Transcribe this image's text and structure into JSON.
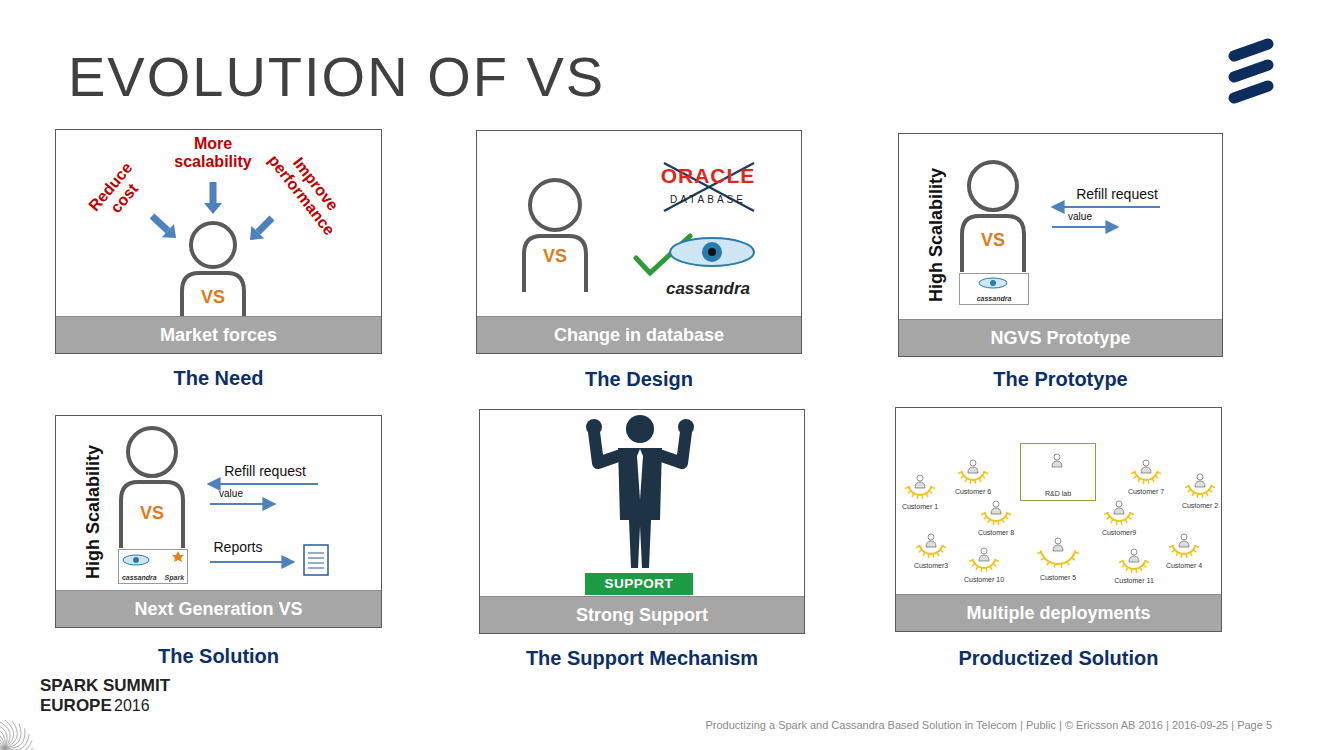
{
  "diagram": {
    "title": "EVOLUTION OF VS",
    "nodes": [
      {
        "text": [
          "The Need"
        ]
      },
      {
        "text": [
          "Market forces"
        ],
        "in": 0
      },
      {
        "text": [
          "The Design"
        ]
      },
      {
        "text": [
          "Change in database"
        ],
        "in": 2
      },
      {
        "text": [
          "The Prototype"
        ]
      },
      {
        "text": [
          "cassandra"
        ],
        "in": 4
      },
      {
        "text": [
          "NGVS Prototype"
        ],
        "in": 4
      },
      {
        "text": [
          "The Solution"
        ]
      },
      {
        "text": [
          "cassandra",
          "Spark"
        ],
        "in": 7
      },
      {
        "text": [
          "Next Generation VS"
        ],
        "in": 7
      },
      {
        "text": [
          "The Support Mechanism"
        ]
      },
      {
        "text": [
          "SUPPORT"
        ],
        "in": 10
      },
      {
        "text": [
          "Strong Support"
        ],
        "in": 10
      },
      {
        "text": [
          "Productized Solution"
        ]
      },
      {
        "text": [
          "R&D lab"
        ],
        "in": 13
      },
      {
        "text": [
          "Multiple deployments"
        ],
        "in": 13
      }
    ],
    "labels": [
      "Reduce cost",
      "More scalability",
      "Improve performance",
      "VS",
      "VS",
      "ORACLE",
      "DATABASE",
      "cassandra",
      "High Scalability",
      "VS",
      "Refill request",
      "value",
      "High Scalability",
      "VS",
      "Refill request",
      "value",
      "Reports",
      "Customer 1",
      "Customer 6",
      "Customer 7",
      "Customer 2",
      "Customer 8",
      "Customer9",
      "Customer3",
      "Customer 10",
      "Customer 5",
      "Customer 11",
      "Customer 4",
      "SPARK SUMMIT",
      "EUROPE",
      "2016",
      "Productizing a Spark and Cassandra Based Solution in Telecom | Public | © Ericsson AB 2016 | 2016-09-25 | Page 5"
    ]
  }
}
